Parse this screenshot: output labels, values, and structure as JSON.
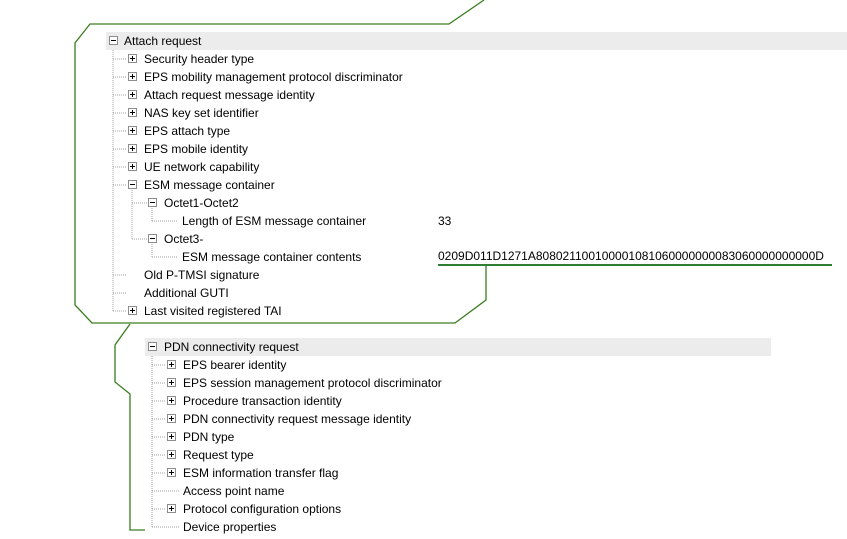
{
  "accent": "#3a7d1e",
  "attach_tree": {
    "root": "Attach request",
    "items": [
      {
        "label": "Security header type",
        "expander": "plus"
      },
      {
        "label": "EPS mobility management protocol discriminator",
        "expander": "plus"
      },
      {
        "label": "Attach request message identity",
        "expander": "plus"
      },
      {
        "label": "NAS key set identifier",
        "expander": "plus"
      },
      {
        "label": "EPS attach type",
        "expander": "plus"
      },
      {
        "label": "EPS mobile identity",
        "expander": "plus"
      },
      {
        "label": "UE network capability",
        "expander": "plus"
      },
      {
        "label": "ESM message container",
        "expander": "minus"
      },
      {
        "label": "Octet1-Octet2",
        "expander": "minus"
      },
      {
        "label": "Length of ESM message container",
        "value": "33"
      },
      {
        "label": "Octet3-",
        "expander": "minus"
      },
      {
        "label": "ESM message container contents",
        "value": "0209D011D1271A808021100100001081060000000083060000000000D"
      },
      {
        "label": "Old P-TMSI signature"
      },
      {
        "label": "Additional GUTI"
      },
      {
        "label": "Last visited registered TAI",
        "expander": "plus"
      }
    ]
  },
  "pdn_tree": {
    "root": "PDN connectivity request",
    "items": [
      {
        "label": "EPS bearer identity",
        "expander": "plus"
      },
      {
        "label": "EPS session management protocol discriminator",
        "expander": "plus"
      },
      {
        "label": "Procedure transaction identity",
        "expander": "plus"
      },
      {
        "label": "PDN connectivity request message identity",
        "expander": "plus"
      },
      {
        "label": "PDN type",
        "expander": "plus"
      },
      {
        "label": "Request type",
        "expander": "plus"
      },
      {
        "label": "ESM information transfer flag",
        "expander": "plus"
      },
      {
        "label": "Access point name"
      },
      {
        "label": "Protocol configuration options",
        "expander": "plus"
      },
      {
        "label": "Device properties"
      }
    ]
  }
}
